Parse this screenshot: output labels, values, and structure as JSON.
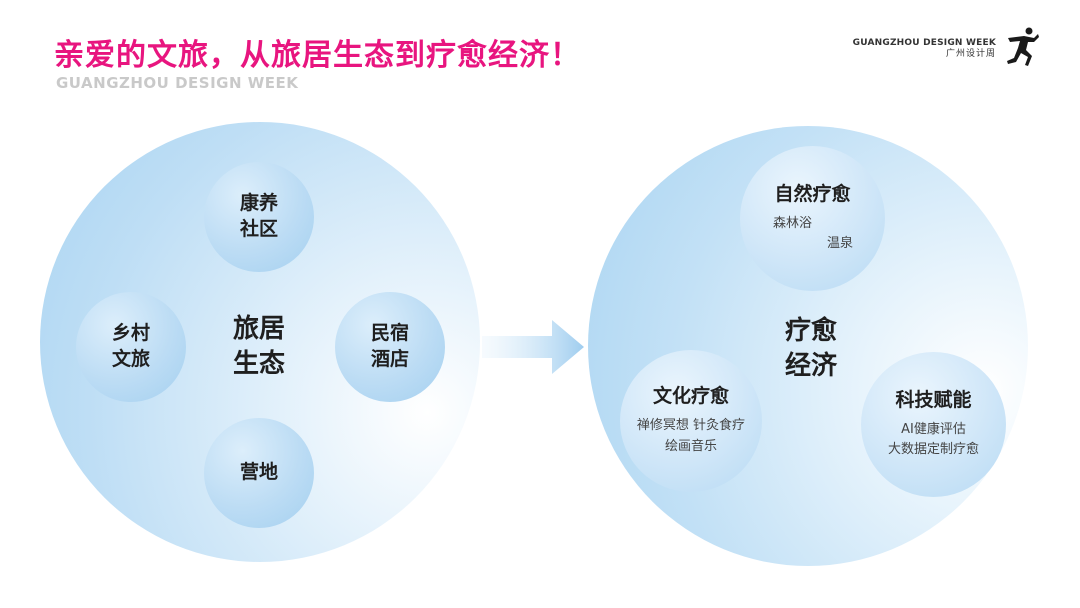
{
  "header": {
    "title": "亲爱的文旅，从旅居生态到疗愈经济！",
    "subtitle": "GUANGZHOU DESIGN WEEK"
  },
  "logo": {
    "english": "GUANGZHOU DESIGN WEEK",
    "chinese": "广州设计周",
    "icon": "runner-figure-icon"
  },
  "left": {
    "center": {
      "line1": "旅居",
      "line2": "生态"
    },
    "nodes": {
      "top": {
        "line1": "康养",
        "line2": "社区"
      },
      "left": {
        "line1": "乡村",
        "line2": "文旅"
      },
      "right": {
        "line1": "民宿",
        "line2": "酒店"
      },
      "bottom": {
        "line1": "营地"
      }
    }
  },
  "arrow": {
    "icon": "arrow-right-icon"
  },
  "right": {
    "center": {
      "line1": "疗愈",
      "line2": "经济"
    },
    "nodes": {
      "nature": {
        "title": "自然疗愈",
        "item1": "森林浴",
        "item2": "温泉"
      },
      "culture": {
        "title": "文化疗愈",
        "item1": "禅修冥想   针灸食疗",
        "item2": "绘画音乐"
      },
      "tech": {
        "title": "科技赋能",
        "item1": "AI健康评估",
        "item2": "大数据定制疗愈"
      }
    }
  },
  "colors": {
    "title": "#e8157f",
    "subtitle": "#c9c9c9",
    "circle": "#a9d4f1"
  }
}
